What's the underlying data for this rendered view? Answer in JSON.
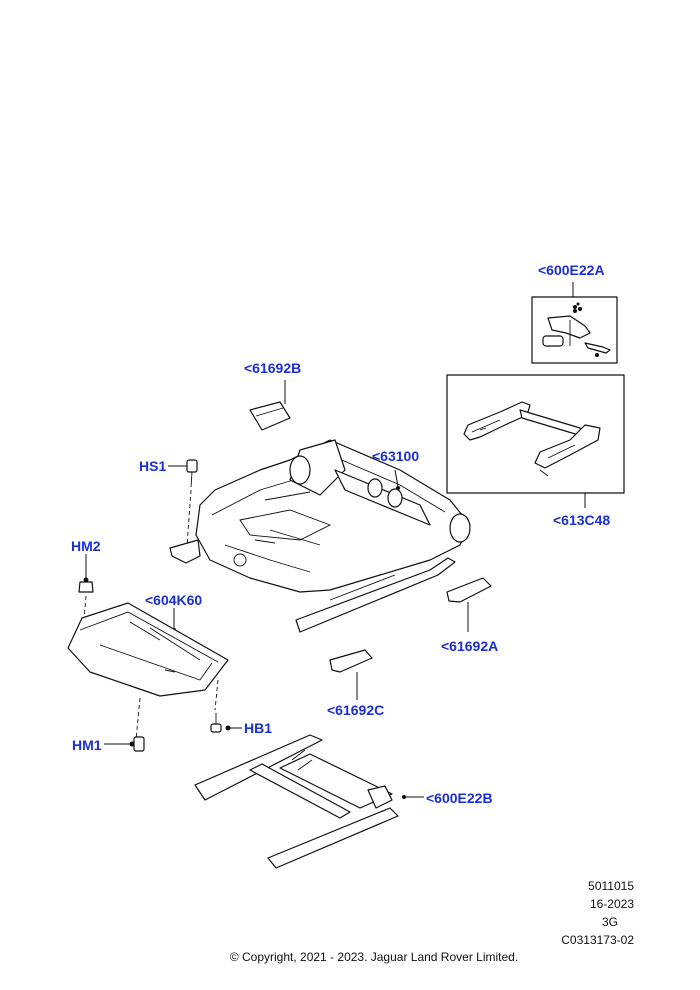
{
  "callouts": {
    "c600E22A": "<600E22A",
    "c61692B": "<61692B",
    "c63100": "<63100",
    "c613C48": "<613C48",
    "cHS1": "HS1",
    "cHM2": "HM2",
    "c604K60": "<604K60",
    "c61692A": "<61692A",
    "c61692C": "<61692C",
    "cHB1": "HB1",
    "cHM1": "HM1",
    "c600E22B": "<600E22B"
  },
  "meta": {
    "code": "5011015",
    "date": "16-2023",
    "rev": "3G",
    "ref": "C0313173-02"
  },
  "copyright": "© Copyright, 2021 - 2023. Jaguar Land Rover Limited.",
  "colors": {
    "callout": "#1a2fd6",
    "lines": "#111111"
  }
}
